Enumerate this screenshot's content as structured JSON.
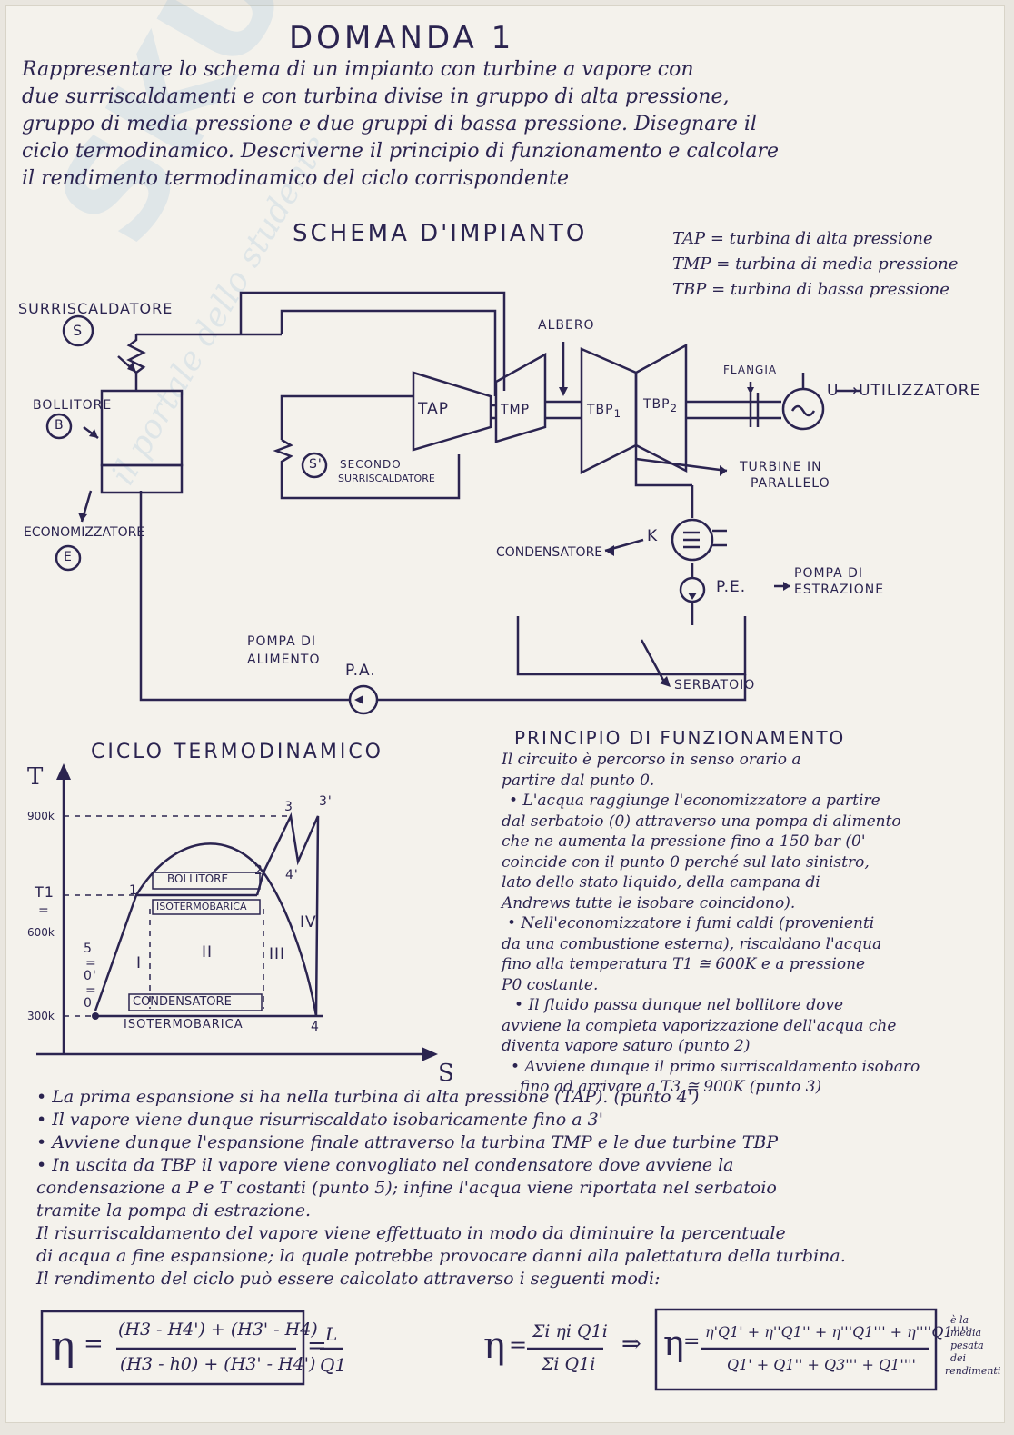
{
  "header": {
    "title": "DOMANDA 1",
    "question_lines": [
      "Rappresentare lo schema di un impianto con turbine a vapore con",
      "due surriscaldamenti e con turbina divise in gruppo di alta pressione,",
      "gruppo di media pressione e due gruppi di bassa pressione. Disegnare il",
      "ciclo termodinamico. Descriverne il principio di funzionamento e calcolare",
      "il rendimento termodinamico del ciclo corrispondente"
    ]
  },
  "watermark": {
    "brand": "SKUOLA",
    "tagline": "il portale dello studente"
  },
  "scheme": {
    "title": "SCHEMA D'IMPIANTO",
    "legend": [
      "TAP = turbina di alta pressione",
      "TMP = turbina di media pressione",
      "TBP = turbina di bassa pressione"
    ],
    "labels": {
      "surriscaldatore": "SURRISCALDATORE",
      "s": "S",
      "bollitore": "BOLLITORE",
      "b": "B",
      "economizzatore": "ECONOMIZZATORE",
      "e": "E",
      "tap": "TAP",
      "tmp": "TMP",
      "tbp1": "TBP",
      "tbp1_sub": "1",
      "tbp2": "TBP",
      "tbp2_sub": "2",
      "albero": "ALBERO",
      "flangia": "FLANGIA",
      "utilizzatore": "U →UTILIZZATORE",
      "secondo_s": "S'",
      "secondo_1": "SECONDO",
      "secondo_2": "SURRISCALDATORE",
      "turbine_parallelo_1": "TURBINE IN",
      "turbine_parallelo_2": "PARALLELO",
      "condensatore": "CONDENSATORE",
      "k": "K",
      "pe": "P.E.",
      "pompa_estrazione_1": "POMPA DI",
      "pompa_estrazione_2": "ESTRAZIONE",
      "pompa_alimento_1": "POMPA DI",
      "pompa_alimento_2": "ALIMENTO",
      "pa": "P.A.",
      "serbatoio": "SERBATOIO"
    }
  },
  "cycle": {
    "title": "CICLO TERMODINAMICO",
    "axis_t": "T",
    "axis_s": "S",
    "ticks": {
      "k900": "900k",
      "t1": "T1",
      "t1_eq": "=",
      "k600": "600k",
      "k300": "300k"
    },
    "points": {
      "p0": "0",
      "p1": "1",
      "p2": "2",
      "p3": "3",
      "p3p": "3'",
      "p4": "4",
      "p4p": "4'",
      "p5": "5",
      "p5eq": "=",
      "p0p": "0'",
      "p0eq": "="
    },
    "regions": {
      "r1": "I",
      "r2": "II",
      "r3": "III",
      "r4": "IV"
    },
    "labels": {
      "bollitore": "BOLLITORE",
      "isobarica_top": "ISOTERMOBARICA",
      "condensatore": "CONDENSATORE",
      "isobarica_bottom": "ISOTERMOBARICA"
    }
  },
  "principle": {
    "title": "PRINCIPIO DI FUNZIONAMENTO",
    "lines": [
      "Il circuito è percorso in senso orario a",
      "partire dal punto 0.",
      "• L'acqua raggiunge l'economizzatore a partire",
      "dal serbatoio (0) attraverso una pompa di alimento",
      "che ne aumenta la pressione fino a 150 bar (0'",
      "coincide con il punto 0 perché sul lato sinistro,",
      "lato dello stato liquido, della campana di",
      "Andrews tutte le isobare coincidono).",
      "• Nell'economizzatore i fumi caldi (provenienti",
      "da una combustione esterna), riscaldano l'acqua",
      "fino alla temperatura T1 ≅ 600K e a pressione",
      "P0 costante.",
      "• Il fluido passa dunque nel bollitore dove",
      "avviene la completa vaporizzazione dell'acqua che",
      "diventa vapore saturo (punto 2)",
      "• Avviene dunque il primo surriscaldamento isobaro",
      "fino ad arrivare a T3 ≅ 900K (punto 3)"
    ]
  },
  "steps": [
    "• La prima espansione si ha nella turbina di alta pressione (TAP). (punto 4')",
    "• Il vapore viene dunque risurriscaldato isobaricamente fino a 3'",
    "• Avviene dunque l'espansione finale attraverso la turbina TMP e le due turbine TBP",
    "• In uscita da TBP il vapore viene convogliato nel condensatore dove avviene la",
    "condensazione a P e T costanti (punto 5); infine l'acqua viene riportata nel serbatoio",
    "tramite la pompa di estrazione.",
    "Il risurriscaldamento del vapore viene effettuato in modo da diminuire la percentuale",
    "di acqua a fine espansione; la quale potrebbe provocare danni alla palettatura della turbina.",
    "Il rendimento del ciclo può essere calcolato attraverso i seguenti modi:"
  ],
  "formulas": {
    "eta": "η",
    "eq": "=",
    "f1_num": "(H3 - H4') + (H3' - H4)",
    "f1_den": "(H3 - h0) + (H3' - H4')",
    "f1_rhs_num": "L",
    "f1_rhs_den": "Q1",
    "f2_num": "Σi ηi Q1i",
    "f2_den": "Σi Q1i",
    "arrow": "⇒",
    "f3_num": "η'Q1' + η''Q1'' + η'''Q1''' + η''''Q1''''",
    "f3_den": "Q1' + Q1'' + Q3''' + Q1''''",
    "note": [
      "è la",
      "media",
      "pesata",
      "dei",
      "rendimenti"
    ]
  }
}
